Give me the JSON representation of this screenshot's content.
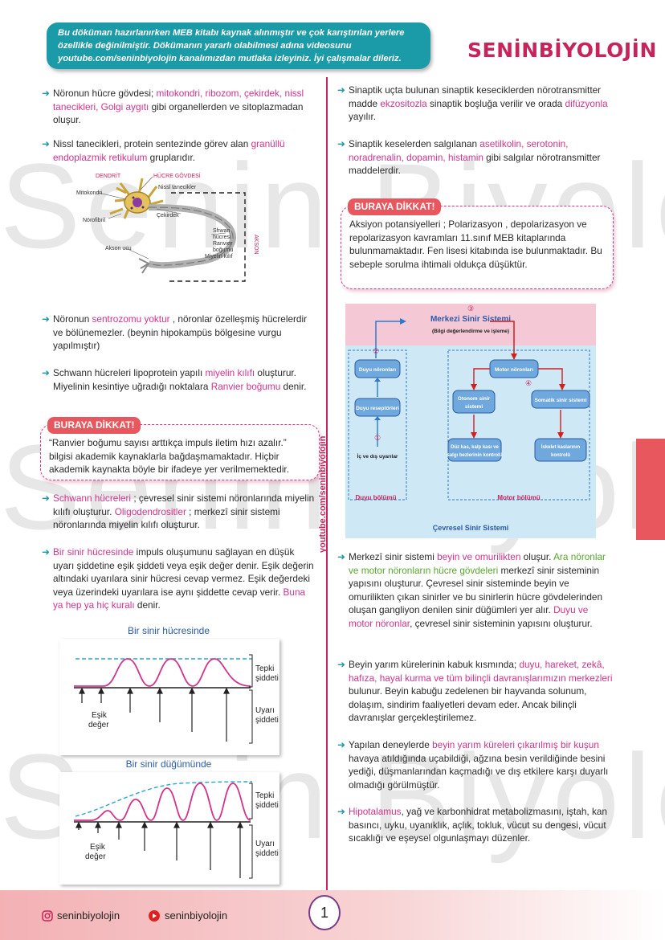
{
  "watermark": "Senin Biyolojin",
  "header": {
    "banner_text": "Bu döküman hazırlanırken MEB kitabı kaynak alınmıştır ve çok karıştırılan yerlere özellikle değinilmiştir. Dökümanın yararlı olabilmesi adına videosunu youtube.com/seninbiyolojin kanalımızdan mutlaka izleyiniz. İyi çalışmalar dileriz.",
    "brand": "SENİNBİYOLOJİN"
  },
  "vertical_url": "youtube.com/seninbiyolojin",
  "left": {
    "b1": {
      "p1": "Nöronun hücre gövdesi; ",
      "h1": "mitokondri, ribozom, çekirdek, nissl tanecikleri, Golgi aygıtı",
      "p2": " gibi organellerden ve sitoplazmadan oluşur."
    },
    "b2": {
      "p1": "Nissl tanecikleri, protein sentezinde görev alan ",
      "h1": "granüllü endoplazmik retikulum",
      "p2": " gruplarıdır."
    },
    "neuron": {
      "dendrit": "DENDRİT",
      "govde": "HÜCRE GÖVDESİ",
      "mitokondri": "Mitokondri",
      "nissl": "Nissl tanecikler",
      "cekirdek": "Çekirdek",
      "norofibril": "Nörofibril",
      "schwann": "Shwan",
      "hucresi": "hücresi",
      "ranvier": "Ranvier",
      "bogumu": "boğumu",
      "miyelin": "Miyelin kılıf",
      "akson_ucu": "Akson ucu",
      "akson": "AKSON"
    },
    "b3": {
      "p1": "Nöronun ",
      "h1": "sentrozomu yoktur",
      "p2": " , nöronlar özelleşmiş hücrelerdir ve bölünemezler. (beynin hipokampüs bölgesine vurgu yapılmıştır)"
    },
    "b4": {
      "p1": "Schwann hücreleri lipoprotein yapılı ",
      "h1": "miyelin kılıfı",
      "p2": " oluşturur. Miyelinin kesintiye uğradığı noktalara ",
      "h2": "Ranvier boğumu",
      "p3": " denir."
    },
    "dikkat1": {
      "tag": "BURAYA DİKKAT!",
      "text": "“Ranvier boğumu sayısı arttıkça impuls iletim hızı azalır.” bilgisi akademik kaynaklarla bağdaşmamaktadır. Hiçbir akademik kaynakta böyle bir ifadeye yer verilmemektedir."
    },
    "b5": {
      "h1": "Schwann hücreleri",
      "p1": " ; çevresel sinir sistemi nöronlarında miyelin kılıfı oluşturur. ",
      "h2": "Oligodendrositler",
      "p2": " ; merkezî sinir sistemi nöronlarında miyelin kılıfı oluşturur."
    },
    "b6": {
      "h1": "Bir sinir hücresinde",
      "p1": " impuls oluşumunu sağlayan en düşük uyarı şiddetine eşik şiddeti veya eşik değer denir. Eşik değerin altındaki uyarılara sinir hücresi cevap vermez. Eşik değerdeki veya üzerindeki uyarılara ise aynı şiddette cevap verir. ",
      "h2": "Buna ya hep ya hiç kuralı",
      "p2": " denir."
    },
    "chart1": {
      "title": "Bir sinir hücresinde",
      "tepki": "Tepki",
      "siddeti": "şiddeti",
      "uyari": "Uyarı",
      "esik": "Eşik",
      "deger": "değer"
    },
    "chart2": {
      "title": "Bir sinir düğümünde",
      "tepki": "Tepki",
      "siddeti": "şiddeti",
      "uyari": "Uyarı",
      "esik": "Eşik",
      "deger": "değer"
    }
  },
  "right": {
    "b1": {
      "p1": "Sinaptik uçta bulunan sinaptik keseciklerden nörotransmitter madde ",
      "h1": "ekzositozla",
      "p2": " sinaptik boşluğa verilir ve orada ",
      "h2": "difüzyonla",
      "p3": " yayılır."
    },
    "b2": {
      "p1": "Sinaptik keselerden salgılanan ",
      "h1": "asetilkolin, serotonin, noradrenalin, dopamin, histamin",
      "p2": " gibi salgılar nörotransmitter maddelerdir."
    },
    "dikkat2": {
      "tag": "BURAYA DİKKAT!",
      "text": "Aksiyon potansiyelleri ; Polarizasyon , depolarizasyon ve repolarizasyon kavramları 11.sınıf MEB kitaplarında bulunmamaktadır. Fen lisesi kitabında ise bulunmaktadır. Bu sebeple sorulma ihtimali oldukça düşüktür."
    },
    "diagram": {
      "n1": "①",
      "n2": "②",
      "n3": "③",
      "n4": "④",
      "mss": "Merkezi Sinir Sistemi",
      "mss_sub": "(Bilgi değerlendirme ve işleme)",
      "duyu_noron": "Duyu nöronları",
      "duyu_resep": "Duyu reseptörleri",
      "ic_dis": "İç ve dış uyarılar",
      "motor_noron": "Motor nöronları",
      "otonom1": "Otonom sinir",
      "otonom2": "sistemi",
      "somatik": "Somatik sinir sistemi",
      "duz1": "Düz kas, kalp kası ve",
      "duz2": "salgı bezlerinin kontrolü",
      "iskelet1": "İskelet kaslarının",
      "iskelet2": "kontrolü",
      "duyu_bolum": "Duyu bölümü",
      "motor_bolum": "Motor bölümü",
      "css": "Çevresel Sinir Sistemi"
    },
    "b3": {
      "p1": "Merkezî sinir sistemi ",
      "h1": "beyin ve omurilikten",
      "p2": " oluşur. ",
      "g1": "Ara nöronlar ve motor nöronların hücre gövdeleri",
      "p3": " merkezî sinir sisteminin yapısını oluşturur. Çevresel sinir sisteminde beyin ve omurilikten çıkan sinirler ve bu sinirlerin hücre gövdelerinden oluşan gangliyon denilen sinir düğümleri yer alır. ",
      "h2": "Duyu ve motor nöronlar",
      "p4": ", çevresel sinir sisteminin yapısını oluşturur."
    },
    "b4": {
      "p1": "Beyin yarım kürelerinin kabuk kısmında; ",
      "h1": "duyu, hareket, zekâ, hafıza, hayal kurma ve tüm bilinçli davranışlarımızın merkezleri",
      "p2": " bulunur. Beyin kabuğu zedelenen bir hayvanda solunum, dolaşım, sindirim faaliyetleri devam eder. Ancak bilinçli davranışlar gerçekleştirilemez."
    },
    "b5": {
      "p1": "Yapılan deneylerde ",
      "h1": "beyin yarım küreleri çıkarılmış bir kuşun",
      "p2": " havaya atıldığında uçabildiği, ağzına besin verildiğinde besini yediği, düşmanlarından kaçmadığı ve dış etkilere karşı duyarlı olmadığı görülmüştür."
    },
    "b6": {
      "h1": "Hipotalamus",
      "p1": ", yağ ve karbonhidrat metabolizmasını, iştah, kan basıncı, uyku, uyanıklık, açlık, tokluk, vücut su dengesi, vücut sıcaklığı ve eşeysel olgunlaşmayı düzenler."
    }
  },
  "footer": {
    "instagram": "seninbiyolojin",
    "youtube": "seninbiyolojin",
    "page": "1"
  }
}
